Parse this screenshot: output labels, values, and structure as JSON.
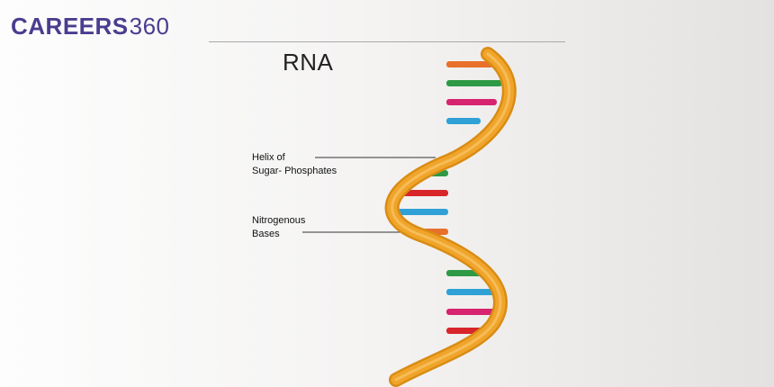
{
  "logo": {
    "word": "CAREERS",
    "number": "360"
  },
  "diagram": {
    "title": "RNA",
    "labels": {
      "helix_line1": "Helix of",
      "helix_line2": "Sugar- Phosphates",
      "bases_line1": "Nitrogenous",
      "bases_line2": "Bases"
    }
  },
  "colors": {
    "brand": "#4a3d8f",
    "backbone": "#f0a52a",
    "backbone_shadow": "#d98c14",
    "base_orange": "#e8702a",
    "base_green": "#2f9a46",
    "base_pink": "#d6246e",
    "base_blue": "#2fa1d6",
    "base_red": "#d8252b"
  }
}
